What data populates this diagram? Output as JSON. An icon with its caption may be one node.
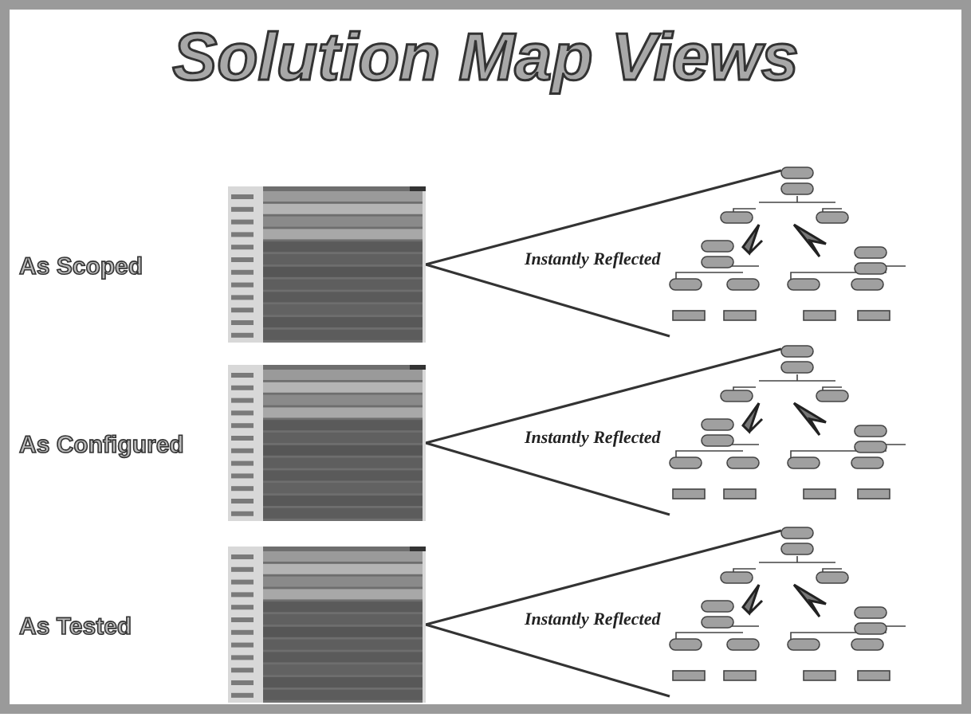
{
  "diagram": {
    "title": "Solution Map Views",
    "nodes": [
      {
        "text": [],
        "shape": "table"
      },
      {
        "text": [],
        "shape": "tree"
      },
      {
        "text": [],
        "shape": "table"
      },
      {
        "text": [],
        "shape": "tree"
      },
      {
        "text": [],
        "shape": "table"
      },
      {
        "text": [],
        "shape": "tree"
      }
    ],
    "edges": [
      {
        "from": 0,
        "to": 1,
        "arrow": "none",
        "label": "Instantly Reflected"
      },
      {
        "from": 2,
        "to": 3,
        "arrow": "none",
        "label": "Instantly Reflected"
      },
      {
        "from": 4,
        "to": 5,
        "arrow": "none",
        "label": "Instantly Reflected"
      }
    ],
    "labels": [
      "As Scoped",
      "As Configured",
      "As Tested"
    ]
  }
}
